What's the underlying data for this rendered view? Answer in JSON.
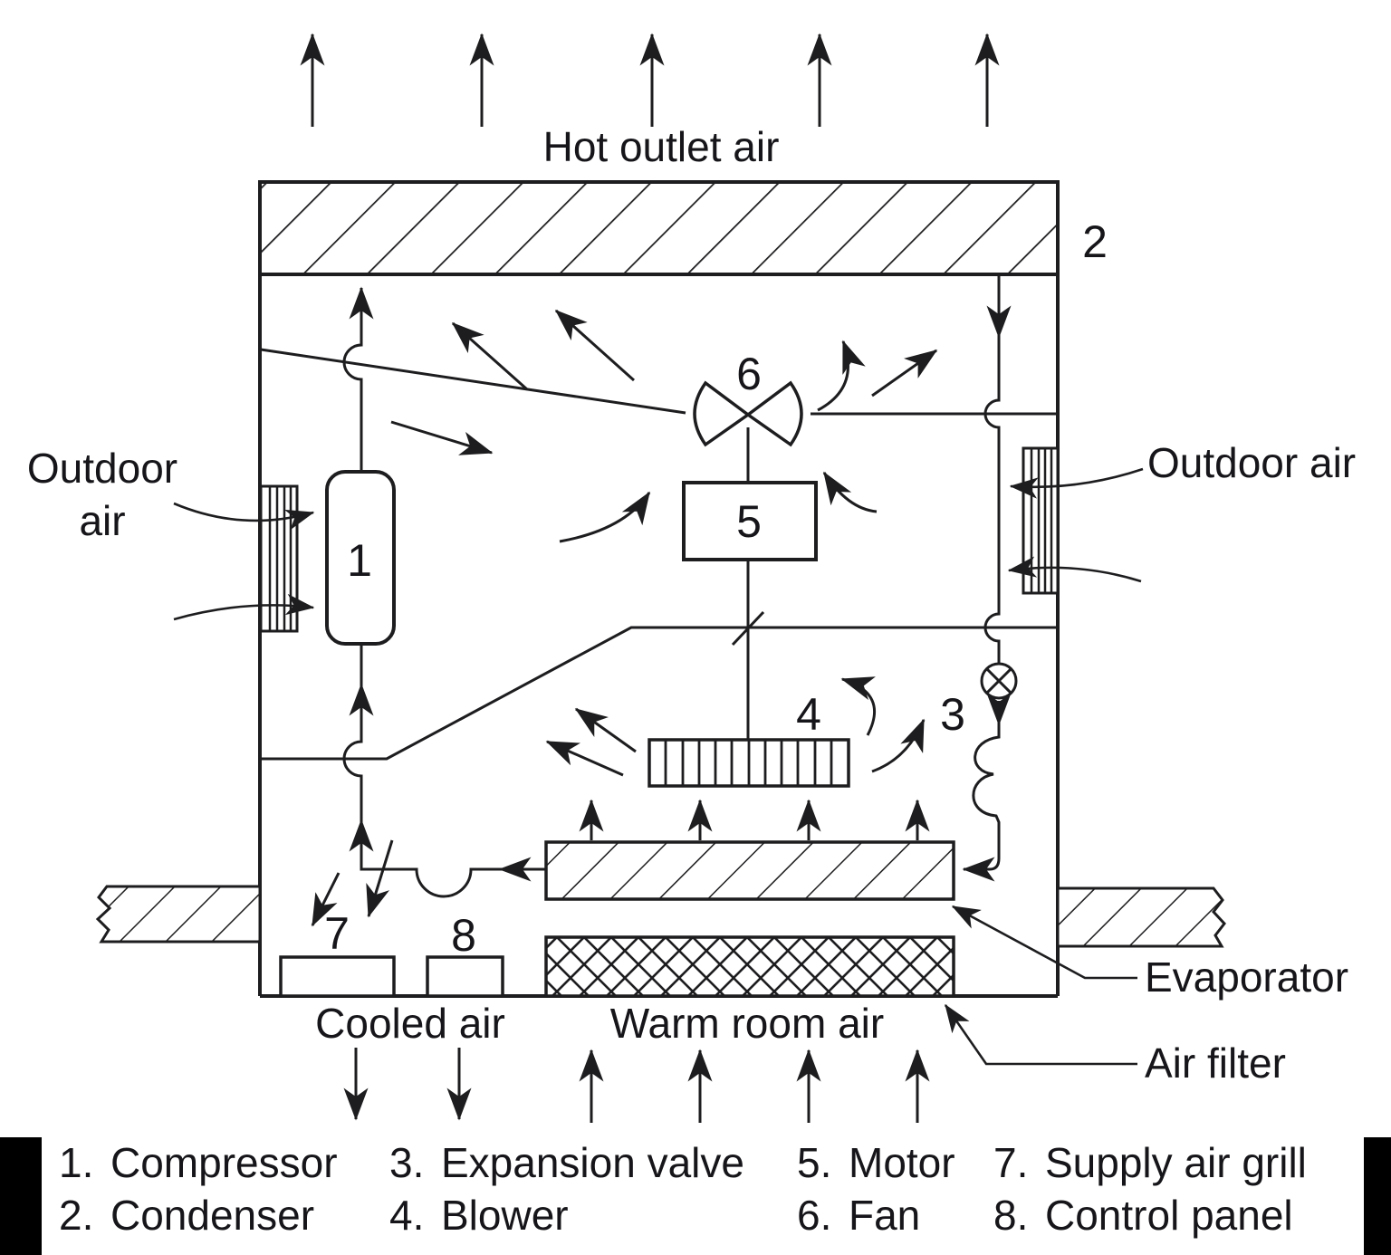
{
  "diagram": {
    "flow_labels": {
      "hot_outlet_air": "Hot outlet air",
      "outdoor_left_line1": "Outdoor",
      "outdoor_left_line2": "air",
      "outdoor_right": "Outdoor air",
      "cooled_air": "Cooled air",
      "warm_room_air": "Warm room air"
    },
    "part_labels": {
      "evaporator": "Evaporator",
      "air_filter": "Air filter"
    },
    "component_numbers": {
      "compressor": "1",
      "condenser": "2",
      "expansion_valve": "3",
      "blower": "4",
      "motor": "5",
      "fan": "6",
      "supply_air_grill": "7",
      "control_panel": "8"
    }
  },
  "legend": {
    "items": [
      {
        "number": "1.",
        "label": "Compressor"
      },
      {
        "number": "2.",
        "label": "Condenser"
      },
      {
        "number": "3.",
        "label": "Expansion valve"
      },
      {
        "number": "4.",
        "label": "Blower"
      },
      {
        "number": "5.",
        "label": "Motor"
      },
      {
        "number": "6.",
        "label": "Fan"
      },
      {
        "number": "7.",
        "label": "Supply air grill"
      },
      {
        "number": "8.",
        "label": "Control panel"
      }
    ]
  },
  "colors": {
    "line": "#1d1d1f",
    "text": "#16161a",
    "background": "#ffffff"
  }
}
